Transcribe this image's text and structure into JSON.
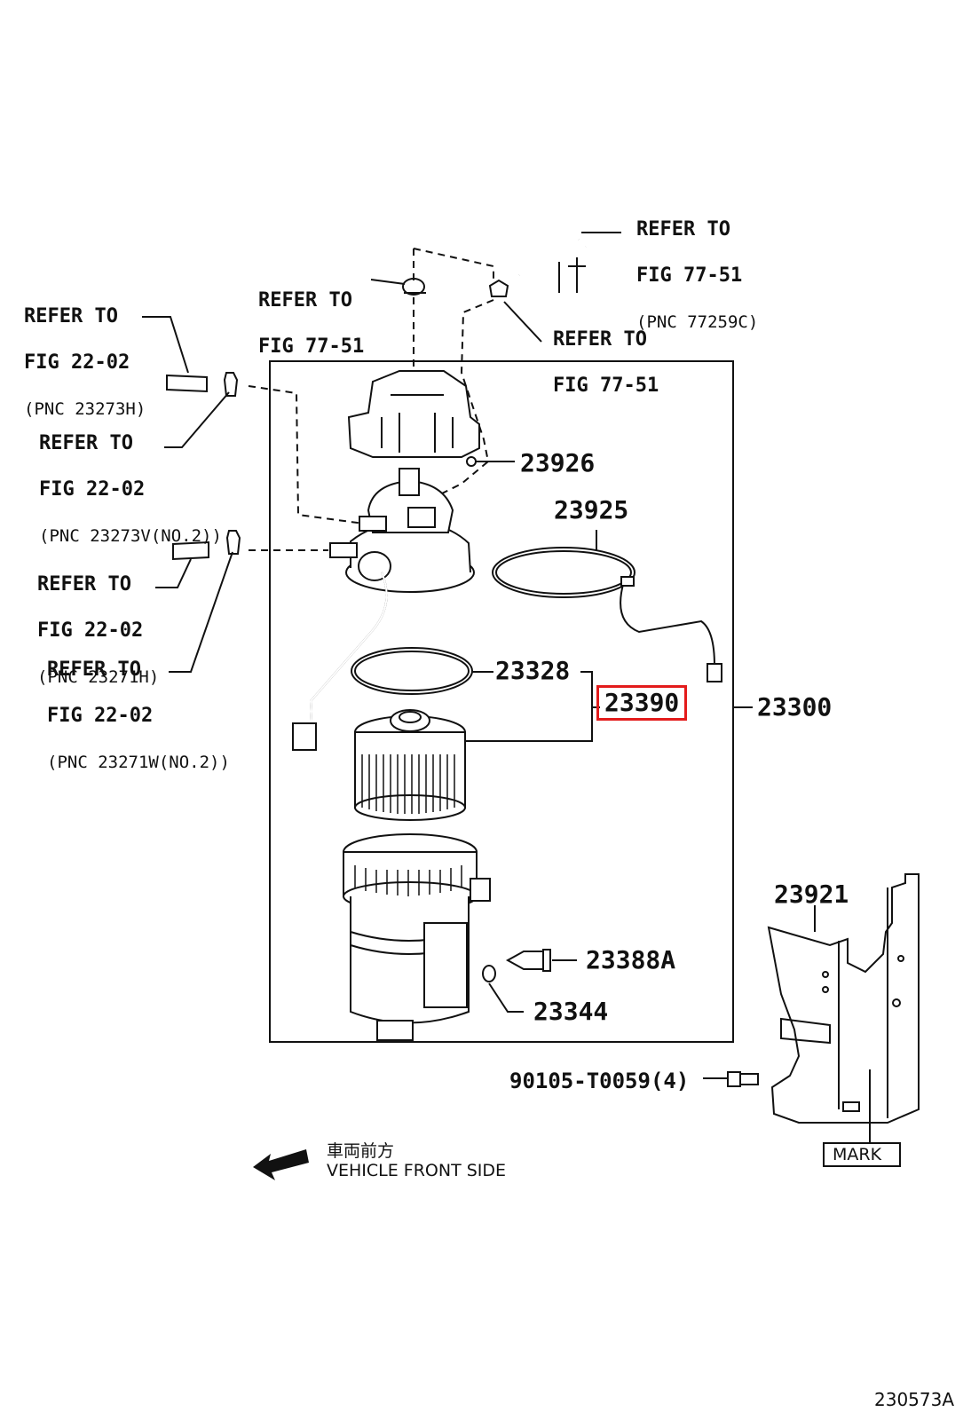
{
  "refs": {
    "hose_top": {
      "l1": "REFER TO",
      "l2": "FIG 77-51",
      "l3": "(PNC 77259C)"
    },
    "clip_top_left": {
      "l1": "REFER TO",
      "l2": "FIG 77-51"
    },
    "clip_top_right": {
      "l1": "REFER TO",
      "l2": "FIG 77-51"
    },
    "hose_23273h": {
      "l1": "REFER TO",
      "l2": "FIG 22-02",
      "l3": "(PNC 23273H)"
    },
    "clip_23273v": {
      "l1": "REFER TO",
      "l2": "FIG 22-02",
      "l3": "(PNC 23273V(NO.2))"
    },
    "hose_23271h": {
      "l1": "REFER TO",
      "l2": "FIG 22-02",
      "l3": "(PNC 23271H)"
    },
    "clip_23271w": {
      "l1": "REFER TO",
      "l2": "FIG 22-02",
      "l3": "(PNC 23271W(NO.2))"
    }
  },
  "parts": {
    "p23926": "23926",
    "p23925": "23925",
    "p23328": "23328",
    "p23390": "23390",
    "p23300": "23300",
    "p23921": "23921",
    "p23388a": "23388A",
    "p23344": "23344",
    "p90105": "90105-T0059(4)"
  },
  "highlight_color": "#e31b1b",
  "mark_label": "MARK",
  "direction": {
    "jp": "車両前方",
    "en": "VEHICLE FRONT SIDE",
    "icon": "arrow-left-icon"
  },
  "figure_id": "230573A"
}
